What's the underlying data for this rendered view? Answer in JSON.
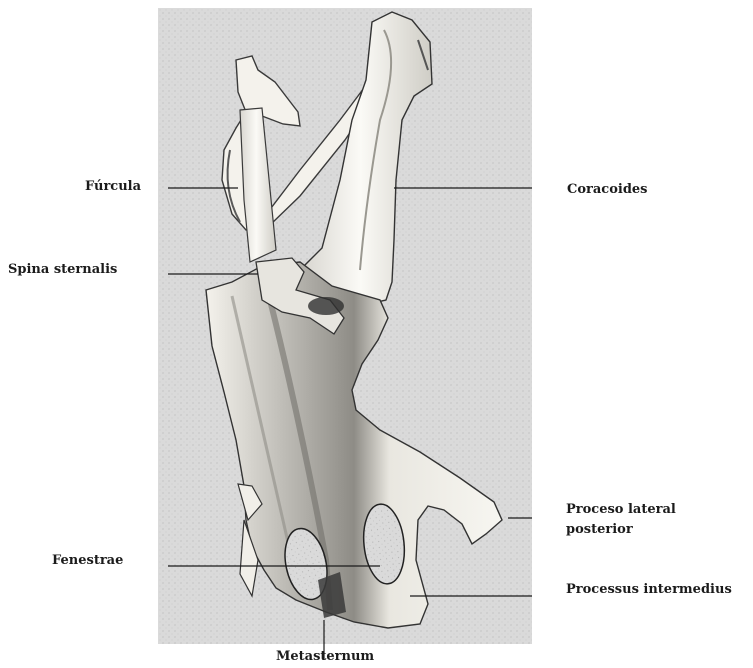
{
  "figure": {
    "labels": {
      "furcula": "Fúrcula",
      "spina_sternalis": "Spina sternalis",
      "fenestrae": "Fenestrae",
      "coracoides": "Coracoides",
      "proceso_lateral_line1": "Proceso lateral",
      "proceso_lateral_line2": "posterior",
      "processus_intermedius": "Processus intermedius",
      "metasternum": "Metasternum"
    },
    "colors": {
      "background": "#d9d9d9",
      "bone": "#f2f0ea",
      "bone_shadow": "#8c8c8c",
      "ink": "#1b1b1b"
    }
  }
}
